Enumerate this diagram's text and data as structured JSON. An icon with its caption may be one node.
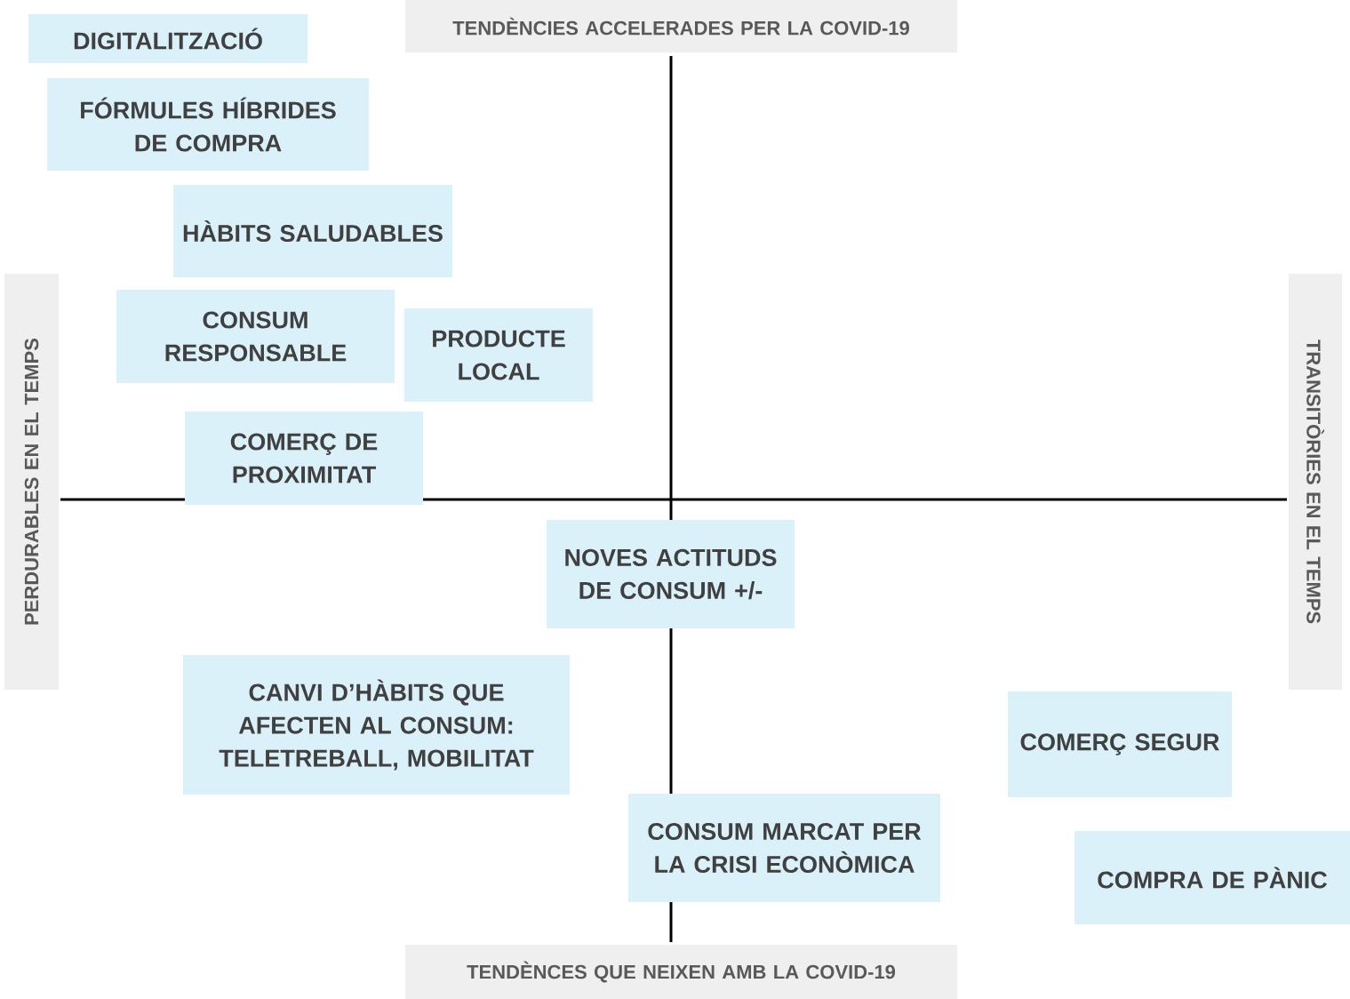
{
  "diagram": {
    "nodes": [
      {
        "text": [
          "TENDÈNCIES ACCELERADES PER LA COVID-19"
        ]
      },
      {
        "text": [
          "DIGITALITZACIÓ"
        ]
      },
      {
        "text": [
          "FÓRMULES HÍBRIDES DE COMPRA"
        ]
      },
      {
        "text": [
          "HÀBITS SALUDABLES"
        ]
      },
      {
        "text": [
          "PERDURABLES EN EL TEMPS"
        ]
      },
      {
        "text": [
          "TRANSITÒRIES EN EL TEMPS"
        ]
      },
      {
        "text": [
          "CONSUM RESPONSABLE"
        ]
      },
      {
        "text": [
          "PRODUCTE LOCAL"
        ]
      },
      {
        "text": [
          "COMERÇ DE PROXIMITAT"
        ]
      },
      {
        "text": [
          "NOVES ACTITUDS DE CONSUM +/-"
        ]
      },
      {
        "text": [
          "CANVI D’HÀBITS QUE AFECTEN AL CONSUM: TELETREBALL, MOBILITAT"
        ]
      },
      {
        "text": [
          "COMERÇ SEGUR"
        ]
      },
      {
        "text": [
          "CONSUM MARCAT PER LA CRISI ECONÒMICA"
        ]
      },
      {
        "text": [
          "COMPRA DE PÀNIC"
        ]
      },
      {
        "text": [
          "TENDÈNCES QUE NEIXEN AMB LA COVID-19"
        ]
      }
    ]
  }
}
